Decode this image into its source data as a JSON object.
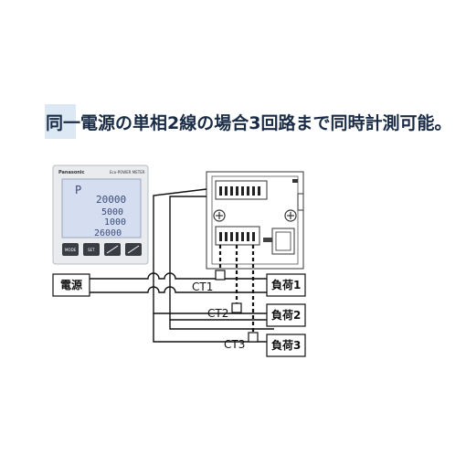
{
  "heading": "同一電源の単相2線の場合3回路まで同時計測可能。",
  "meter": {
    "brand": "Panasonic",
    "model": "Eco-POWER METER",
    "lcd_top": "P",
    "lcd_rows": [
      "20000",
      "5000",
      "1000",
      "26000"
    ],
    "buttons": [
      "MODE",
      "SET",
      "",
      ""
    ]
  },
  "diagram": {
    "source_label": "電源",
    "ct_labels": [
      "CT1",
      "CT2",
      "CT3"
    ],
    "load_labels": [
      "負荷1",
      "負荷2",
      "負荷3"
    ]
  }
}
